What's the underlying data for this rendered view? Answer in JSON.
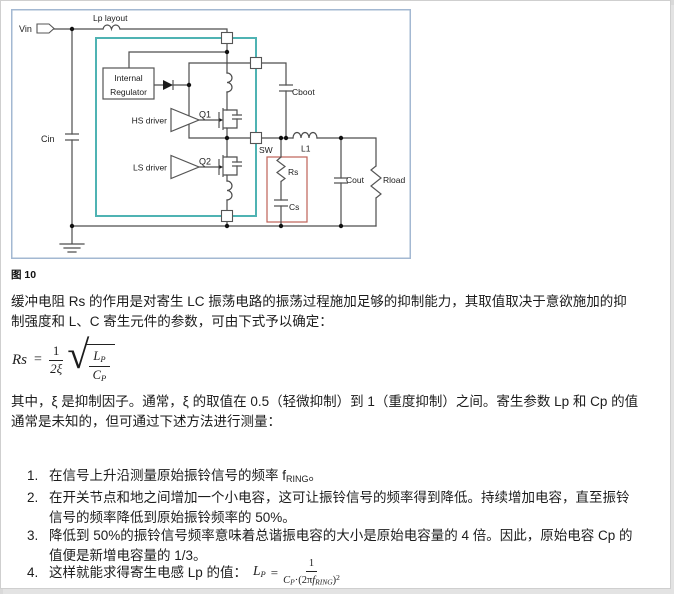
{
  "colors": {
    "figure_border": "#a3b8d2",
    "ic_box": "#4fb3b3",
    "snubber_box": "#bf6258",
    "wire": "#4d4d4d"
  },
  "figure": {
    "caption": "图 10",
    "labels": {
      "vin": "Vin",
      "lp_layout": "Lp layout",
      "cin": "Cin",
      "internal_regulator_1": "Internal",
      "internal_regulator_2": "Regulator",
      "hs_driver": "HS driver",
      "ls_driver": "LS driver",
      "q1": "Q1",
      "q2": "Q2",
      "sw": "SW",
      "cboot": "Cboot",
      "l1": "L1",
      "rs": "Rs",
      "cs": "Cs",
      "cout": "Cout",
      "rload": "Rload"
    }
  },
  "para1": {
    "line1": "缓冲电阻 Rs 的作用是对寄生 LC 振荡电路的振荡过程施加足够的抑制能力，其取值取决于意欲施加的抑",
    "line2": "制强度和 L、C 寄生元件的参数，可由下式予以确定："
  },
  "formula_rs": {
    "lhs": "Rs",
    "eq": "=",
    "num": "1",
    "den": "2ξ",
    "root_num_base": "L",
    "root_num_sub": "P",
    "root_den_base": "C",
    "root_den_sub": "P"
  },
  "para2": {
    "line1": "其中，ξ 是抑制因子。通常，ξ 的取值在 0.5（轻微抑制）到 1（重度抑制）之间。寄生参数 Lp 和 Cp 的值",
    "line2": "通常是未知的，但可通过下述方法进行测量："
  },
  "list": {
    "item1": {
      "num": "1.",
      "pre": "在信号上升沿测量原始振铃信号的频率 f",
      "sub": "RING",
      "post": "。"
    },
    "item2": {
      "num": "2.",
      "line1": "在开关节点和地之间增加一个小电容，这可让振铃信号的频率得到降低。持续增加电容，直至振铃",
      "line2": "信号的频率降低到原始振铃频率的 50%。"
    },
    "item3": {
      "num": "3.",
      "line1": "降低到 50%的振铃信号频率意味着总谐振电容的大小是原始电容量的 4 倍。因此，原始电容 Cp 的",
      "line2": "值便是新增电容量的 1/3。"
    },
    "item4": {
      "num": "4.",
      "pre": "这样就能求得寄生电感 Lp 的值： ",
      "formula": {
        "lhs_base": "L",
        "lhs_sub": "P",
        "eq": "=",
        "num": "1",
        "den_base": "C",
        "den_sub": "P",
        "den_mid": "·(2π",
        "den_f": "f",
        "den_f_sub": "RING",
        "den_close": ")",
        "den_exp": "2"
      }
    }
  }
}
